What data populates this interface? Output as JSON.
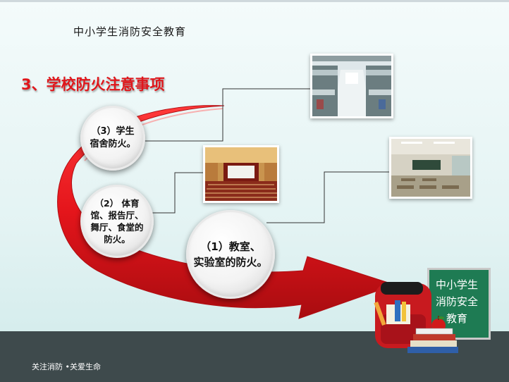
{
  "header": {
    "title": "中小学生消防安全教育"
  },
  "section": {
    "title": "3、学校防火注意事项"
  },
  "items": [
    {
      "label": "（3）学生宿舍防火。",
      "line1": "（3）学生",
      "line2": "宿舍防火。"
    },
    {
      "label": "（2） 体育馆、报告厅、舞厅、食堂的防火。",
      "line1": "（2） 体育",
      "line2": "馆、报告厅、",
      "line3": "舞厅、食堂的",
      "line4": "防火。"
    },
    {
      "label": "（1）教室、实验室的防火。",
      "line1": "（1）教室、",
      "line2": "实验室的防火。"
    }
  ],
  "board": {
    "text": "中小学生\n消防安全\n教育"
  },
  "footer": {
    "slogan": "关注消防 •关爱生命"
  },
  "colors": {
    "accent_red": "#e0161b",
    "board_green": "#1e7b53",
    "footer_dark": "#3e4a4c"
  },
  "icons": [
    "dormitory-photo",
    "auditorium-photo",
    "classroom-photo",
    "school-bag-icon",
    "apple-icon",
    "books-icon",
    "pencil-icon"
  ]
}
